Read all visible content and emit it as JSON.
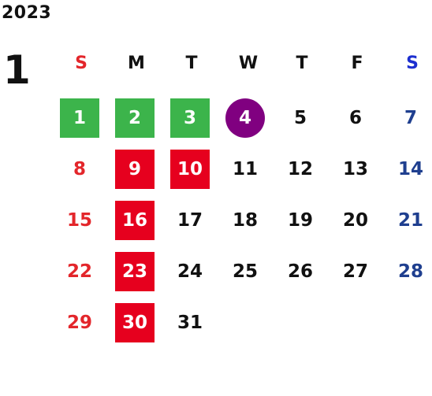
{
  "calendar": {
    "year": "2023",
    "month": "1",
    "weekdays": [
      "S",
      "M",
      "T",
      "W",
      "T",
      "F",
      "S"
    ],
    "days": [
      {
        "label": "1",
        "type": "green"
      },
      {
        "label": "2",
        "type": "green"
      },
      {
        "label": "3",
        "type": "green"
      },
      {
        "label": "4",
        "type": "today"
      },
      {
        "label": "5",
        "type": "normal"
      },
      {
        "label": "6",
        "type": "normal"
      },
      {
        "label": "7",
        "type": "normal"
      },
      {
        "label": "8",
        "type": "normal"
      },
      {
        "label": "9",
        "type": "red"
      },
      {
        "label": "10",
        "type": "red"
      },
      {
        "label": "11",
        "type": "normal"
      },
      {
        "label": "12",
        "type": "normal"
      },
      {
        "label": "13",
        "type": "normal"
      },
      {
        "label": "14",
        "type": "normal"
      },
      {
        "label": "15",
        "type": "normal"
      },
      {
        "label": "16",
        "type": "red"
      },
      {
        "label": "17",
        "type": "normal"
      },
      {
        "label": "18",
        "type": "normal"
      },
      {
        "label": "19",
        "type": "normal"
      },
      {
        "label": "20",
        "type": "normal"
      },
      {
        "label": "21",
        "type": "normal"
      },
      {
        "label": "22",
        "type": "normal"
      },
      {
        "label": "23",
        "type": "red"
      },
      {
        "label": "24",
        "type": "normal"
      },
      {
        "label": "25",
        "type": "normal"
      },
      {
        "label": "26",
        "type": "normal"
      },
      {
        "label": "27",
        "type": "normal"
      },
      {
        "label": "28",
        "type": "normal"
      },
      {
        "label": "29",
        "type": "normal"
      },
      {
        "label": "30",
        "type": "red"
      },
      {
        "label": "31",
        "type": "normal"
      }
    ]
  },
  "colors": {
    "green_highlight": "#3cb44b",
    "red_highlight": "#e6001e",
    "today_circle": "#800080",
    "sunday_text": "#e3262b",
    "saturday_text": "#1f3f8f",
    "default_text": "#111111"
  }
}
